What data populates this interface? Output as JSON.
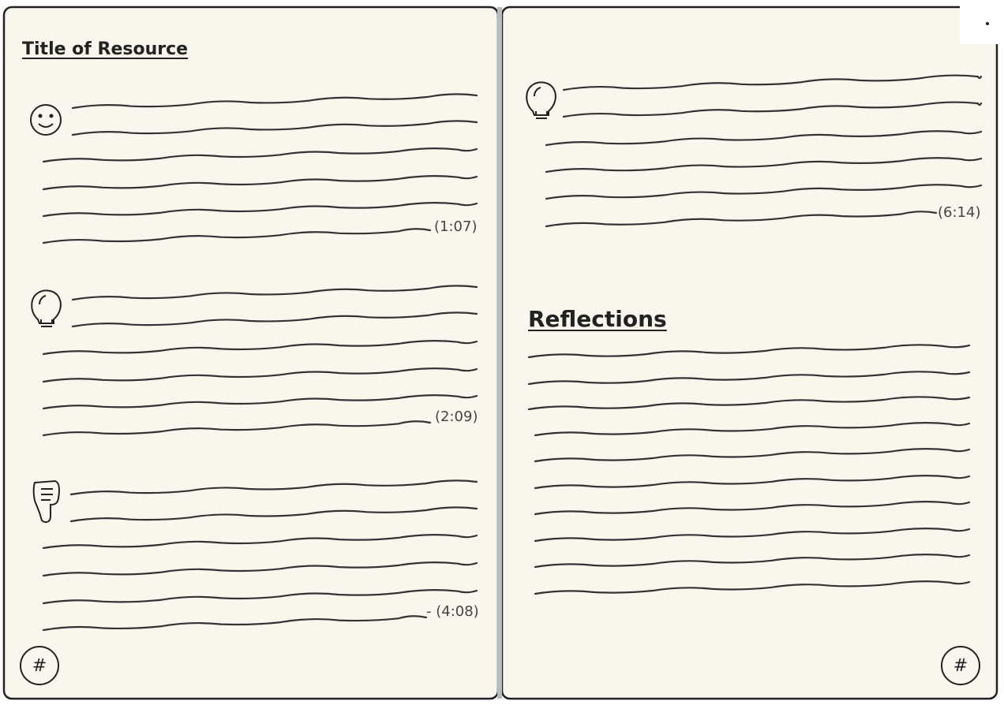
{
  "left_page": {
    "title": "Title of Resource",
    "sections": [
      {
        "icon": "smiley-icon",
        "timestamp": "(1:07)"
      },
      {
        "icon": "lightbulb-icon",
        "timestamp": "(2:09)"
      },
      {
        "icon": "thumbs-down-note-icon",
        "timestamp": "- (4:08)"
      }
    ],
    "page_number": "#"
  },
  "right_page": {
    "section": {
      "icon": "lightbulb-icon",
      "timestamp": "(6:14)"
    },
    "reflections_title": "Reflections",
    "page_number": "#"
  }
}
